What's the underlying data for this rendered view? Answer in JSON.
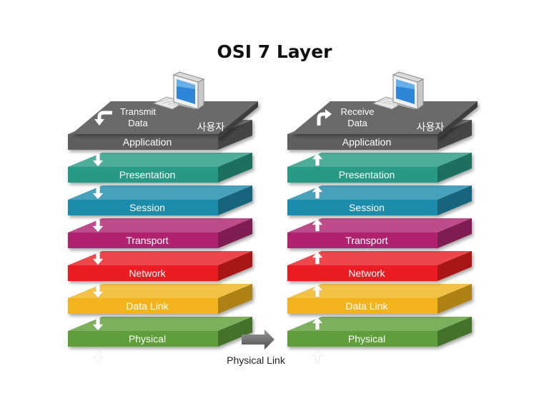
{
  "title": "OSI 7 Layer",
  "physical_link_label": "Physical Link",
  "layers": [
    {
      "name": "Application",
      "color": "#5e5e5e"
    },
    {
      "name": "Presentation",
      "color": "#279a84"
    },
    {
      "name": "Session",
      "color": "#1f8cac"
    },
    {
      "name": "Transport",
      "color": "#b02470"
    },
    {
      "name": "Network",
      "color": "#ea1e23"
    },
    {
      "name": "Data Link",
      "color": "#f2b31e"
    },
    {
      "name": "Physical",
      "color": "#5f9f3a"
    }
  ],
  "stacks": [
    {
      "action_line1": "Transmit",
      "action_line2": "Data",
      "user_label": "사용자",
      "direction": "down"
    },
    {
      "action_line1": "Receive",
      "action_line2": "Data",
      "user_label": "사용자",
      "direction": "up"
    }
  ],
  "icons": {
    "computer": "computer-icon",
    "flow": "flow-arrow-icon",
    "link": "physical-link-arrow-icon"
  }
}
